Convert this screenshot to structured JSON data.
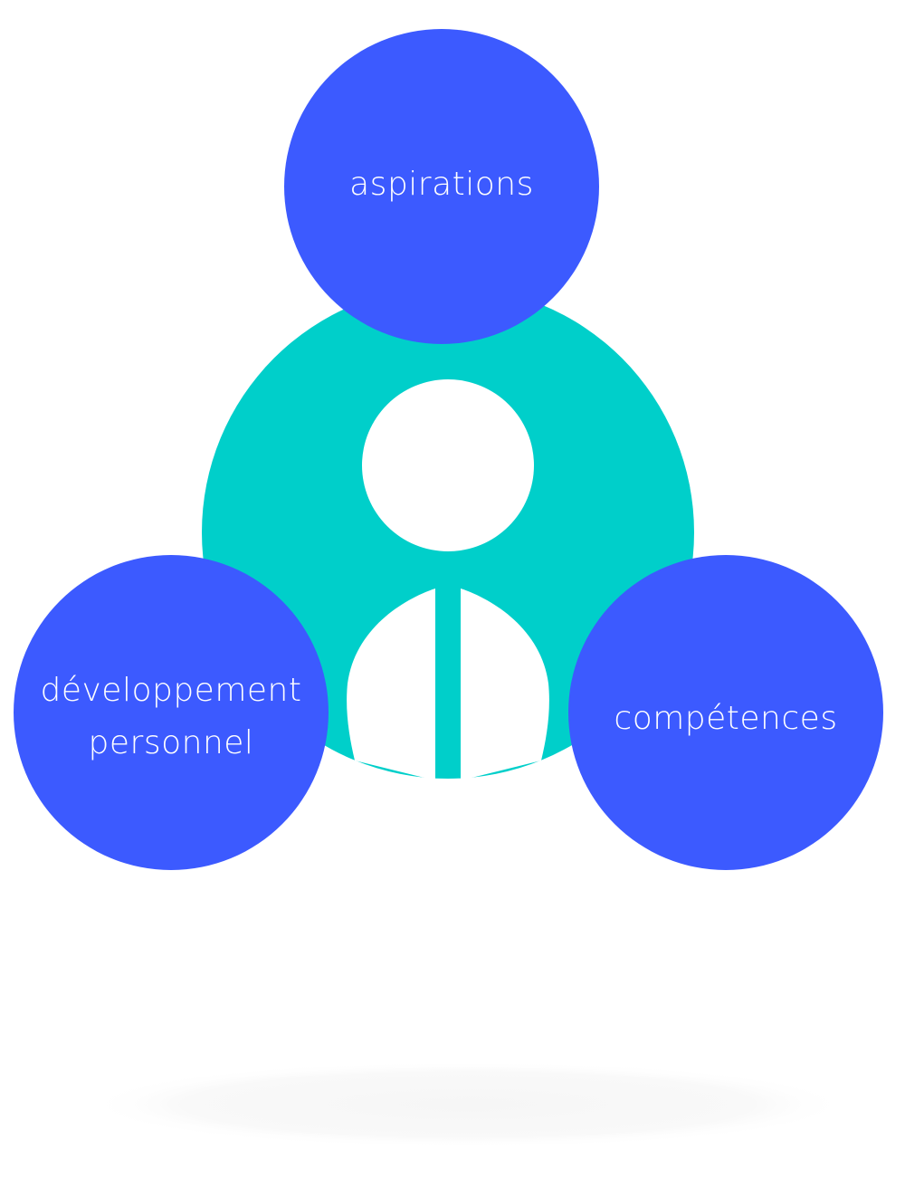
{
  "colors": {
    "bubble": "#3c5aff",
    "person_disc": "#00cfca",
    "person_cutout": "#ffffff",
    "ground_shadow": "#f7f7f7",
    "label_text": "#ffffff"
  },
  "figure": {
    "icon": "person-icon"
  },
  "bubbles": {
    "top": {
      "label": "aspirations"
    },
    "left": {
      "label": "développement\npersonnel"
    },
    "right": {
      "label": "compétences"
    }
  }
}
